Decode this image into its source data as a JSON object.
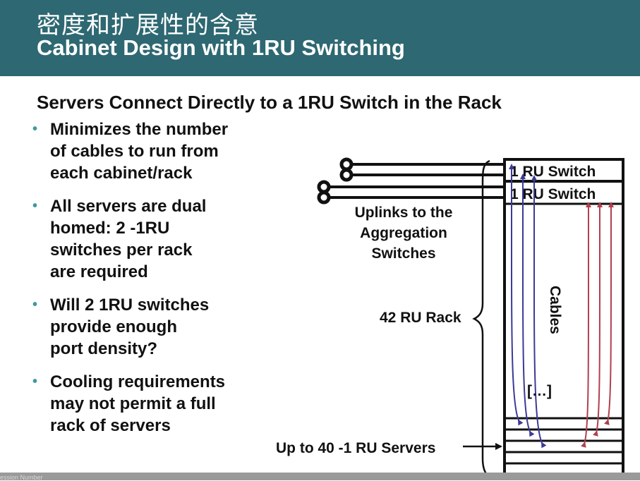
{
  "header": {
    "title_cn": "密度和扩展性的含意",
    "title_en": "Cabinet Design with 1RU Switching",
    "background_color": "#2e6872"
  },
  "subtitle": "Servers Connect Directly to a 1RU Switch in the Rack",
  "bullets": [
    "Minimizes the number of cables to run from each cabinet/rack",
    "All servers are dual homed: 2 -1RU switches per rack are required",
    "Will 2 1RU switches provide enough port density?",
    "Cooling requirements may not permit a full rack of servers"
  ],
  "bullet_lines": [
    [
      "Minimizes the number",
      "of cables to run from",
      "each cabinet/rack"
    ],
    [
      "All servers are dual",
      "homed: 2 -1RU",
      "switches per rack",
      "are required"
    ],
    [
      "Will 2 1RU switches",
      "provide enough",
      "port density?"
    ],
    [
      "Cooling requirements",
      "may not permit a full",
      "rack of servers"
    ]
  ],
  "diagram": {
    "switch_labels": [
      "1 RU Switch",
      "1 RU Switch"
    ],
    "uplinks_label": [
      "Uplinks to the",
      "Aggregation",
      "Switches"
    ],
    "rack_label": "42 RU Rack",
    "cables_label": "Cables",
    "ellipsis_label": "[…]",
    "servers_label": "Up to 40 -1 RU Servers",
    "colors": {
      "blue_cables": "#3b3a96",
      "red_cables": "#b0404e"
    }
  },
  "footer": {
    "text": "Session Number",
    "visible_text": "ession Number"
  }
}
